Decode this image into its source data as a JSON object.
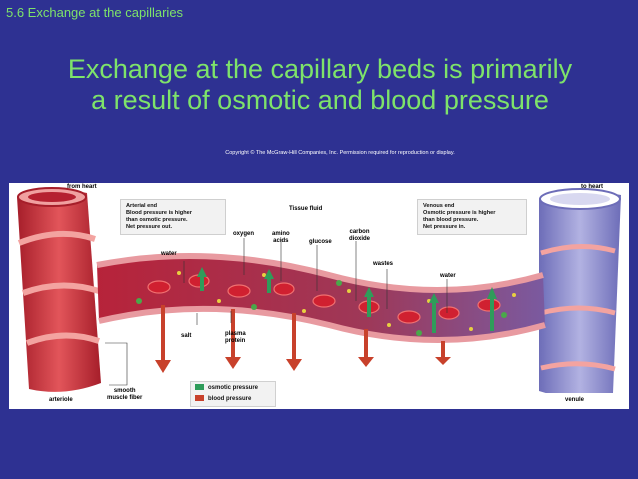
{
  "header": {
    "section_label": "5.6 Exchange at the capillaries",
    "title_line1": "Exchange at the capillary beds is primarily",
    "title_line2": "a result of osmotic and blood pressure",
    "copyright": "Copyright © The McGraw-Hill Companies, Inc. Permission required for reproduction or display."
  },
  "diagram": {
    "labels": {
      "from_heart": "from heart",
      "to_heart": "to heart",
      "tissue_fluid": "Tissue fluid",
      "oxygen": "oxygen",
      "amino_acids_1": "amino",
      "amino_acids_2": "acids",
      "glucose": "glucose",
      "carbon_dioxide_1": "carbon",
      "carbon_dioxide_2": "dioxide",
      "wastes": "wastes",
      "water_left": "water",
      "water_right": "water",
      "salt": "salt",
      "plasma_protein_1": "plasma",
      "plasma_protein_2": "protein",
      "smooth_muscle_1": "smooth",
      "smooth_muscle_2": "muscle fiber",
      "arteriole": "arteriole",
      "venule": "venule"
    },
    "arterial_box": {
      "line1": "Arterial end",
      "line2": "Blood pressure is higher",
      "line3": "than osmotic pressure.",
      "line4": "Net pressure out."
    },
    "venous_box": {
      "line1": "Venous end",
      "line2": "Osmotic pressure is higher",
      "line3": "than blood pressure.",
      "line4": "Net pressure in."
    },
    "legend": {
      "osmotic": "osmotic pressure",
      "blood": "blood pressure"
    },
    "colors": {
      "osmotic_pressure": "#2f9c5a",
      "blood_pressure": "#c8412b",
      "artery": "#c8323a",
      "vein": "#8888cc"
    }
  }
}
